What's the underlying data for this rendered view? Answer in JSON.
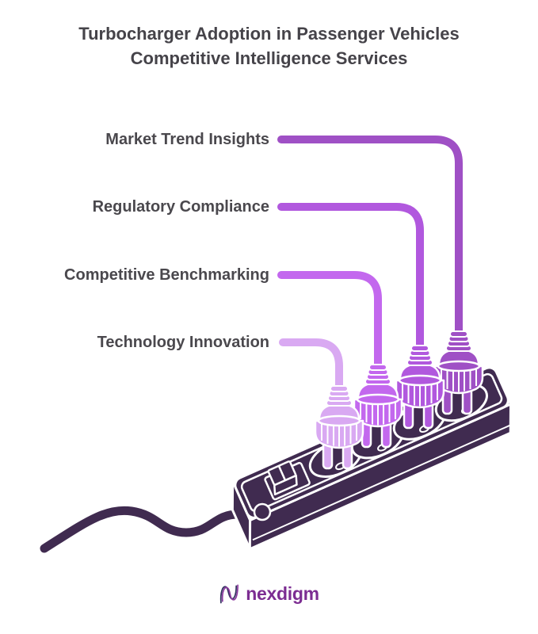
{
  "title": {
    "line1": "Turbocharger Adoption in Passenger Vehicles",
    "line2": "Competitive Intelligence Services",
    "color": "#454349"
  },
  "label_color": "#4A484D",
  "services": [
    {
      "label": "Market Trend Insights",
      "color": "#9F50C5"
    },
    {
      "label": "Regulatory Compliance",
      "color": "#B158DE"
    },
    {
      "label": "Competitive Benchmarking",
      "color": "#C368EE"
    },
    {
      "label": "Technology Innovation",
      "color": "#D9A9F2"
    }
  ],
  "illustration": {
    "name": "power-strip-with-four-plugs",
    "strip_color": "#402B50",
    "outline_color": "#FFFFFF",
    "outlet_count": 4
  },
  "footer": {
    "brand": "nexdigm",
    "brand_color": "#7C2D92",
    "logo_purple": "#8B3A9E",
    "logo_indigo": "#33335F"
  }
}
